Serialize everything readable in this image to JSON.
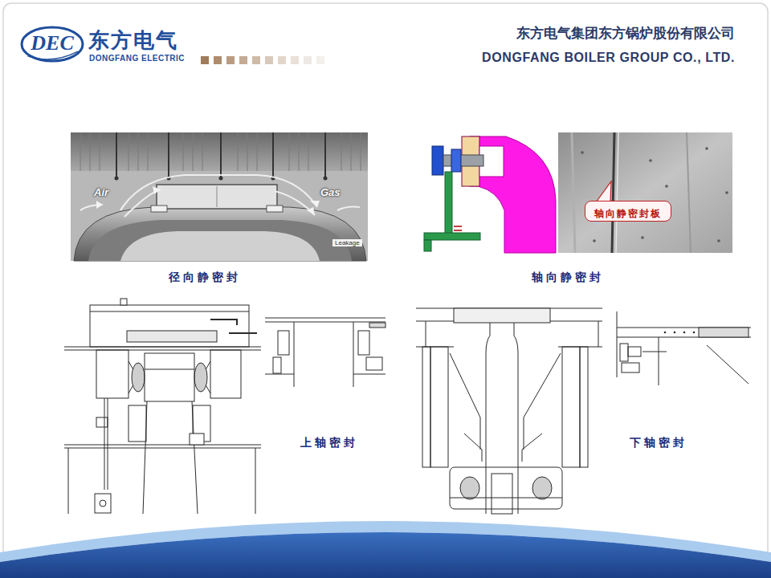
{
  "diagram": {
    "nodes": [
      {
        "text": [
          "DEC"
        ]
      },
      {
        "text": [
          "轴向静密封板"
        ]
      }
    ],
    "labels": [
      "东方电气",
      "DONGFANG ELECTRIC",
      "东方电气集团东方锅炉股份有限公司",
      "DONGFANG BOILER GROUP CO., LTD.",
      "Air",
      "Gas",
      "Leakage",
      "径向静密封",
      "轴向静密封",
      "上轴密封",
      "下轴密封"
    ]
  }
}
